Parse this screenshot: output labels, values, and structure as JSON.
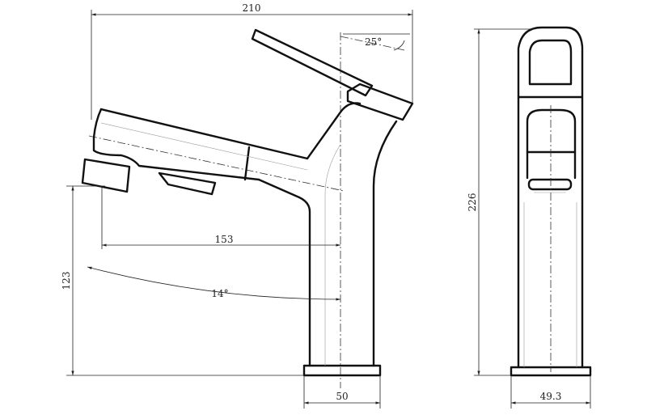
{
  "dimensions": {
    "overall_length": "210",
    "lever_angle": "25°",
    "spout_reach": "153",
    "spout_angle": "14°",
    "spout_height": "123",
    "overall_height": "226",
    "base_width_side": "50",
    "base_width_front": "49.3"
  }
}
